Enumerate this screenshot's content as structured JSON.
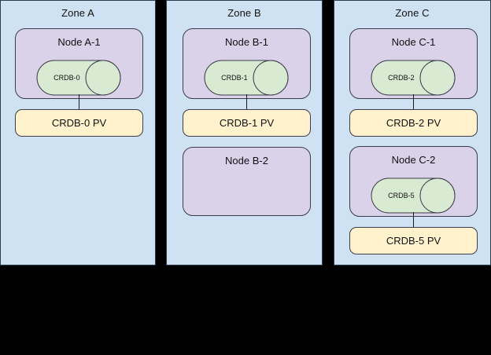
{
  "diagram": {
    "background_color": "#000000",
    "zone_color": "#cfe2f3",
    "node_color": "#d9d2e9",
    "pv_color": "#fff2cc",
    "db_color": "#d9ead3",
    "stroke_color": "#3c3c4a",
    "zones": [
      {
        "id": "zone-a",
        "title": "Zone A",
        "nodes": [
          {
            "id": "node-a-1",
            "title": "Node A-1",
            "database": {
              "label": "CRDB-0"
            },
            "pv": {
              "label": "CRDB-0 PV"
            }
          }
        ]
      },
      {
        "id": "zone-b",
        "title": "Zone B",
        "nodes": [
          {
            "id": "node-b-1",
            "title": "Node B-1",
            "database": {
              "label": "CRDB-1"
            },
            "pv": {
              "label": "CRDB-1 PV"
            }
          },
          {
            "id": "node-b-2",
            "title": "Node B-2",
            "database": null,
            "pv": null
          }
        ]
      },
      {
        "id": "zone-c",
        "title": "Zone C",
        "nodes": [
          {
            "id": "node-c-1",
            "title": "Node C-1",
            "database": {
              "label": "CRDB-2"
            },
            "pv": {
              "label": "CRDB-2 PV"
            }
          },
          {
            "id": "node-c-2",
            "title": "Node C-2",
            "database": {
              "label": "CRDB-5"
            },
            "pv": {
              "label": "CRDB-5 PV"
            }
          }
        ]
      }
    ]
  }
}
